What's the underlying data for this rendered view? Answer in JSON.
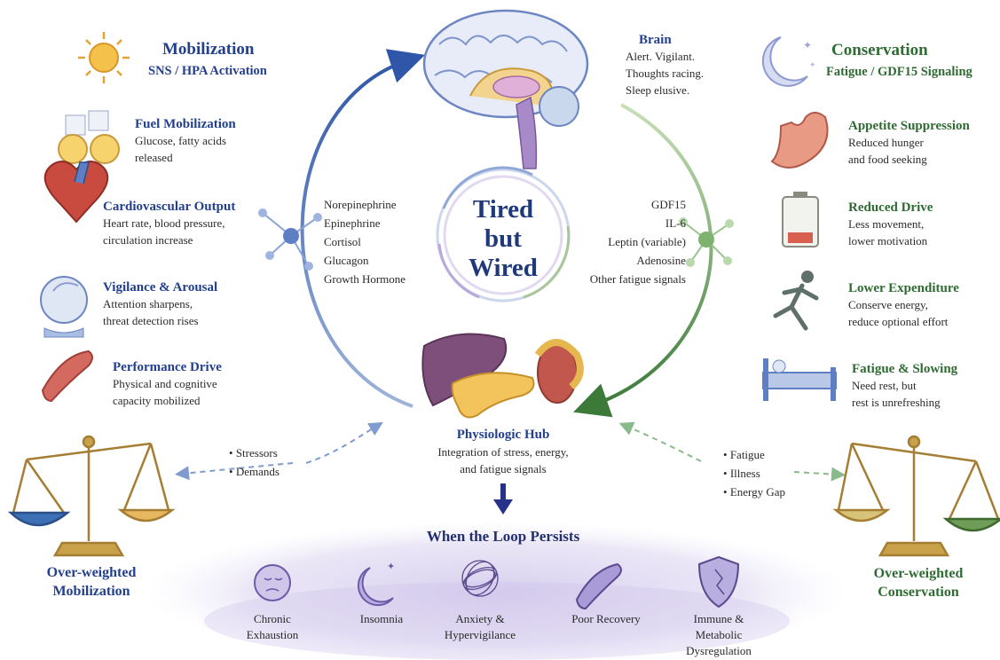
{
  "center": {
    "title_line1": "Tired",
    "title_line2": "but",
    "title_line3": "Wired"
  },
  "brain": {
    "title": "Brain",
    "desc": [
      "Alert. Vigilant.",
      "Thoughts racing.",
      "Sleep elusive."
    ]
  },
  "mobilization": {
    "title": "Mobilization",
    "subtitle": "SNS / HPA Activation",
    "items": [
      {
        "title": "Fuel Mobilization",
        "desc": [
          "Glucose, fatty acids",
          "released"
        ],
        "icon": "fuel-cells-icon"
      },
      {
        "title": "Cardiovascular Output",
        "desc": [
          "Heart rate, blood pressure,",
          "circulation increase"
        ],
        "icon": "heart-icon"
      },
      {
        "title": "Vigilance & Arousal",
        "desc": [
          "Attention sharpens,",
          "threat detection rises"
        ],
        "icon": "head-icon"
      },
      {
        "title": "Performance Drive",
        "desc": [
          "Physical and cognitive",
          "capacity mobilized"
        ],
        "icon": "muscle-icon"
      }
    ],
    "hormones": [
      "Norepinephrine",
      "Epinephrine",
      "Cortisol",
      "Glucagon",
      "Growth Hormone"
    ],
    "inputs": [
      "Stressors",
      "Demands"
    ],
    "scale_label": [
      "Over-weighted",
      "Mobilization"
    ]
  },
  "conservation": {
    "title": "Conservation",
    "subtitle": "Fatigue / GDF15 Signaling",
    "items": [
      {
        "title": "Appetite Suppression",
        "desc": [
          "Reduced hunger",
          "and food seeking"
        ],
        "icon": "stomach-icon"
      },
      {
        "title": "Reduced Drive",
        "desc": [
          "Less movement,",
          "lower motivation"
        ],
        "icon": "battery-icon"
      },
      {
        "title": "Lower Expenditure",
        "desc": [
          "Conserve energy,",
          "reduce optional effort"
        ],
        "icon": "runner-icon"
      },
      {
        "title": "Fatigue & Slowing",
        "desc": [
          "Need rest, but",
          "rest is unrefreshing"
        ],
        "icon": "bed-icon"
      }
    ],
    "signals": [
      "GDF15",
      "IL-6",
      "Leptin (variable)",
      "Adenosine",
      "Other fatigue signals"
    ],
    "inputs": [
      "Fatigue",
      "Illness",
      "Energy Gap"
    ],
    "scale_label": [
      "Over-weighted",
      "Conservation"
    ]
  },
  "hub": {
    "title": "Physiologic Hub",
    "desc": [
      "Integration of stress, energy,",
      "and fatigue signals"
    ]
  },
  "persist": {
    "title": "When the Loop Persists",
    "items": [
      {
        "label": [
          "Chronic",
          "Exhaustion"
        ],
        "icon": "exhausted-face-icon"
      },
      {
        "label": [
          "Insomnia"
        ],
        "icon": "moon-icon"
      },
      {
        "label": [
          "Anxiety &",
          "Hypervigilance"
        ],
        "icon": "tangle-icon"
      },
      {
        "label": [
          "Poor Recovery"
        ],
        "icon": "muscle-icon"
      },
      {
        "label": [
          "Immune &",
          "Metabolic",
          "Dysregulation"
        ],
        "icon": "cracked-shield-icon"
      }
    ]
  },
  "colors": {
    "blue": "#23408e",
    "green": "#2f6b33",
    "purple": "#8a7bc4",
    "brass": "#b88d3a"
  }
}
